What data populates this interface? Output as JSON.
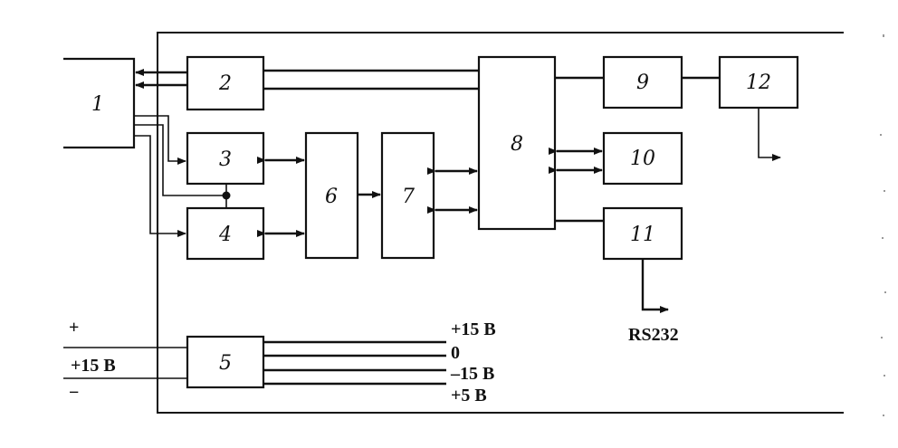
{
  "blocks": [
    {
      "id": "1",
      "label": "1"
    },
    {
      "id": "2",
      "label": "2"
    },
    {
      "id": "3",
      "label": "3"
    },
    {
      "id": "4",
      "label": "4"
    },
    {
      "id": "5",
      "label": "5"
    },
    {
      "id": "6",
      "label": "6"
    },
    {
      "id": "7",
      "label": "7"
    },
    {
      "id": "8",
      "label": "8"
    },
    {
      "id": "9",
      "label": "9"
    },
    {
      "id": "10",
      "label": "10"
    },
    {
      "id": "11",
      "label": "11"
    },
    {
      "id": "12",
      "label": "12"
    }
  ],
  "power": {
    "plus_sign": "+",
    "input_voltage": "+15 B",
    "minus_sign": "−",
    "outputs": [
      "+15 B",
      "0",
      "–15 B",
      "+5 B"
    ]
  },
  "interface": {
    "serial_port": "RS232"
  }
}
